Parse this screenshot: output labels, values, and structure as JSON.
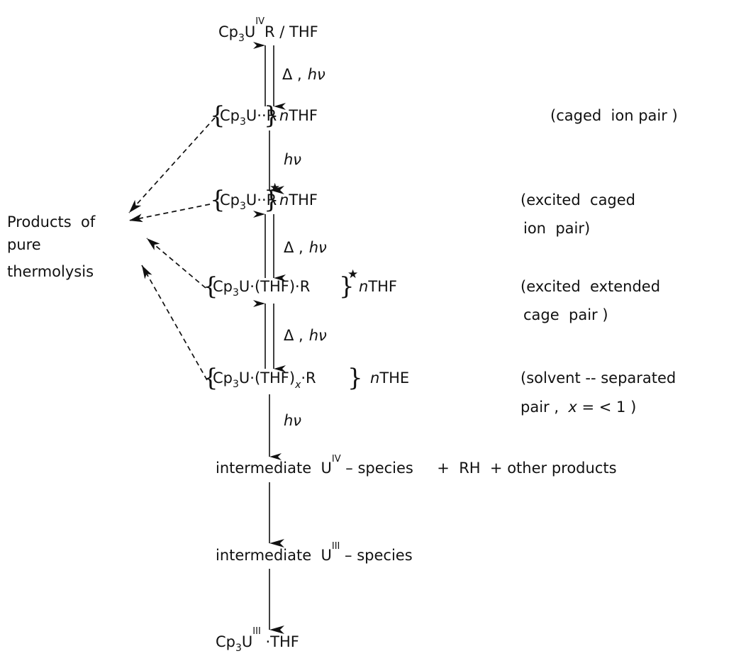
{
  "species": {
    "start": {
      "cp": "Cp",
      "three": "3",
      "u": "U",
      "ox": "IV",
      "rest": "R / THF"
    },
    "caged": {
      "open": "{",
      "cp": "Cp",
      "three": "3",
      "core": "U··R",
      "close": "}",
      "n": "n",
      "thf": "THF"
    },
    "excited_caged": {
      "open": "{",
      "cp": "Cp",
      "three": "3",
      "core": "U··R",
      "close": "}",
      "star": "★",
      "n": "n",
      "thf": "THF"
    },
    "excited_extended": {
      "open": "{",
      "cp": "Cp",
      "three": "3",
      "core": "U·(THF)·R",
      "close": "}",
      "star": "★",
      "n": "n",
      "thf": "THF"
    },
    "solvent_separated": {
      "open": "{",
      "cp": "Cp",
      "three": "3",
      "core": "U·(THF)",
      "x": "x",
      "dot_r": "·R",
      "close": "}",
      "n": "n",
      "the": "THE"
    },
    "intermediate_iv": {
      "text": "intermediate  U",
      "ox": "IV",
      "rest": " – species     +  RH  + other products"
    },
    "intermediate_iii": {
      "text": "intermediate  U",
      "ox": "III",
      "rest": " – species"
    },
    "final": {
      "cp": "Cp",
      "three": "3",
      "u": "U",
      "ox": "III",
      "rest": " ·THF"
    }
  },
  "annotations": {
    "caged": "(caged  ion pair )",
    "excited_caged_1": "(excited  caged",
    "excited_caged_2": "ion  pair)",
    "excited_extended_1": "(excited  extended",
    "excited_extended_2": "cage  pair )",
    "solvent_separated_1": "(solvent -- separated",
    "solvent_separated_2a": "pair ,  ",
    "solvent_separated_x": "x",
    "solvent_separated_2b": " = < 1 )"
  },
  "products_label": [
    "Products  of",
    "pure",
    "thermolysis"
  ],
  "arrow_labels": {
    "delta": "Δ ,",
    "hv": "hν"
  }
}
